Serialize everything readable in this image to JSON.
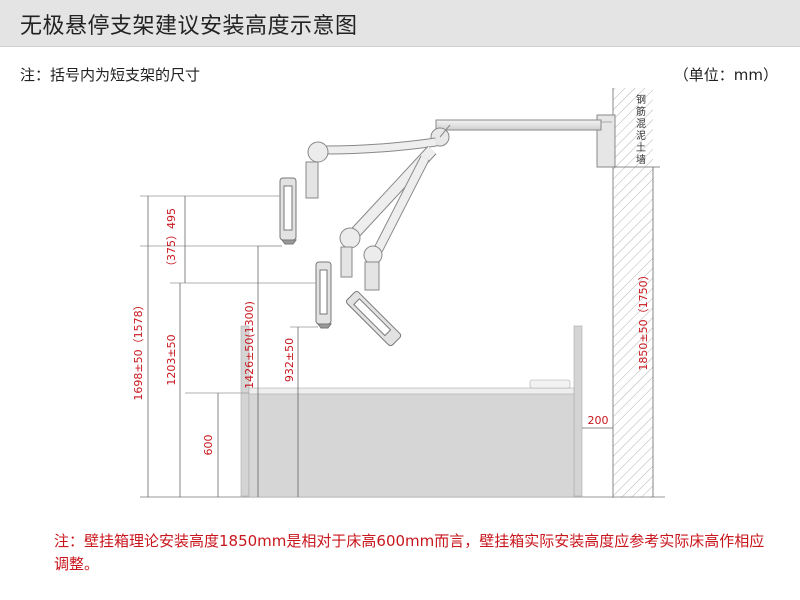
{
  "header": {
    "title": "无极悬停支架建议安装高度示意图"
  },
  "note_top": "注：括号内为短支架的尺寸",
  "unit": "（单位：mm）",
  "wall_label": [
    "钢",
    "筋",
    "混",
    "泥",
    "土",
    "墙"
  ],
  "dimensions": {
    "d1698": "1698±50（1578）",
    "d495": "（375）495",
    "d1203": "1203±50",
    "d600": "600",
    "d1426": "1426±50(1300)",
    "d932": "932±50",
    "d200": "200",
    "d1850": "1850±50（1750）"
  },
  "footnote": "注：壁挂箱理论安装高度1850mm是相对于床高600mm而言，壁挂箱实际安装高度应参考实际床高作相应调整。",
  "colors": {
    "dimension": "#c8161d",
    "header_bg": "#e4e4e4",
    "text": "#222222"
  }
}
